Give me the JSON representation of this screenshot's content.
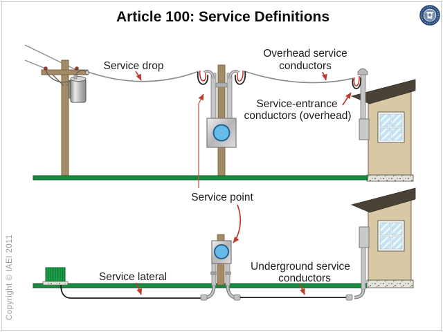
{
  "slide": {
    "title": "Article 100: Service Definitions",
    "copyright": "Copyright © IAEI 2011"
  },
  "logo": {
    "name": "IAEI circular seal",
    "ring_color": "#2c4e7e",
    "face_color": "#7791ad"
  },
  "colors": {
    "arrow_red": "#c1392b",
    "pointer_red": "#b5564a",
    "ground_green": "#168a3d",
    "pole_brown": "#a38b68",
    "wire_gray": "#8c8c8c",
    "house_wall_tan": "#d8c8a4",
    "roof_brown": "#4a4236",
    "meter_blue": "#66bbe8",
    "padmount_green": "#1d9e45",
    "label_text": "#1c1c1c"
  },
  "overhead_diagram": {
    "service_drop_label": "Service drop",
    "overhead_conductors_line1": "Overhead service",
    "overhead_conductors_line2": "conductors",
    "service_entrance_line1": "Service-entrance",
    "service_entrance_line2": "conductors (overhead)"
  },
  "service_point_label": "Service point",
  "underground_diagram": {
    "service_lateral_label": "Service lateral",
    "underground_conductors_line1": "Underground service",
    "underground_conductors_line2": "conductors"
  }
}
